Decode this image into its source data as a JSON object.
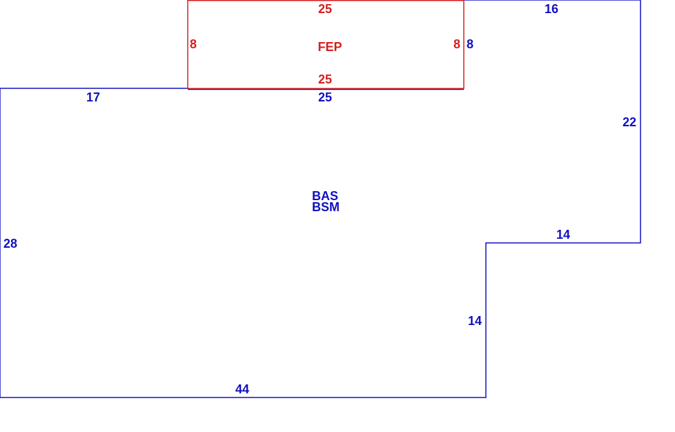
{
  "colors": {
    "main": "#1010c0",
    "fep": "#d42020",
    "background": "#ffffff"
  },
  "main_area": {
    "labels": [
      "BAS",
      "BSM"
    ],
    "dimensions": {
      "top_right": "16",
      "right_upper": "22",
      "step_horizontal": "14",
      "step_vertical": "14",
      "bottom": "44",
      "left": "28",
      "top_left": "17",
      "top_middle": "25",
      "fep_right_outer": "8"
    }
  },
  "fep_area": {
    "label": "FEP",
    "dimensions": {
      "top": "25",
      "bottom": "25",
      "left": "8",
      "right": "8"
    }
  }
}
